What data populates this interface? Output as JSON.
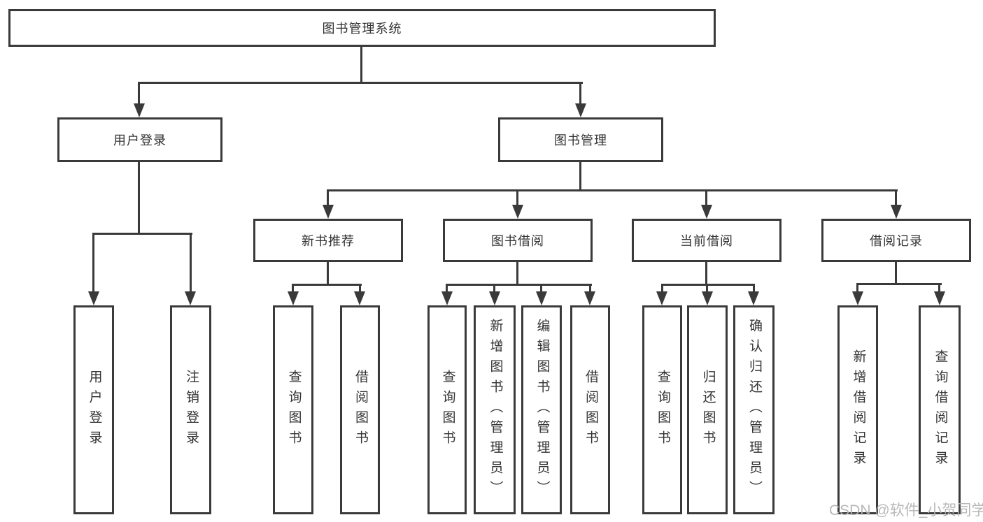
{
  "diagram": {
    "root": {
      "label": "图书管理系统"
    },
    "branches": [
      {
        "label": "用户登录",
        "children": [
          {
            "label": "用户登录"
          },
          {
            "label": "注销登录"
          }
        ]
      },
      {
        "label": "图书管理",
        "children": [
          {
            "label": "新书推荐",
            "children": [
              {
                "label": "查询图书"
              },
              {
                "label": "借阅图书"
              }
            ]
          },
          {
            "label": "图书借阅",
            "children": [
              {
                "label": "查询图书"
              },
              {
                "label": "新增图书（管理员）"
              },
              {
                "label": "编辑图书（管理员）"
              },
              {
                "label": "借阅图书"
              }
            ]
          },
          {
            "label": "当前借阅",
            "children": [
              {
                "label": "查询图书"
              },
              {
                "label": "归还图书"
              },
              {
                "label": "确认归还（管理员）"
              }
            ]
          },
          {
            "label": "借阅记录",
            "children": [
              {
                "label": "新增借阅记录"
              },
              {
                "label": "查询借阅记录"
              }
            ]
          }
        ]
      }
    ],
    "watermark": "CSDN @软件_小贺同学",
    "colors": {
      "line": "#3a3a3a",
      "text": "#333333",
      "watermark": "#b5b5b5",
      "background": "#ffffff"
    }
  }
}
